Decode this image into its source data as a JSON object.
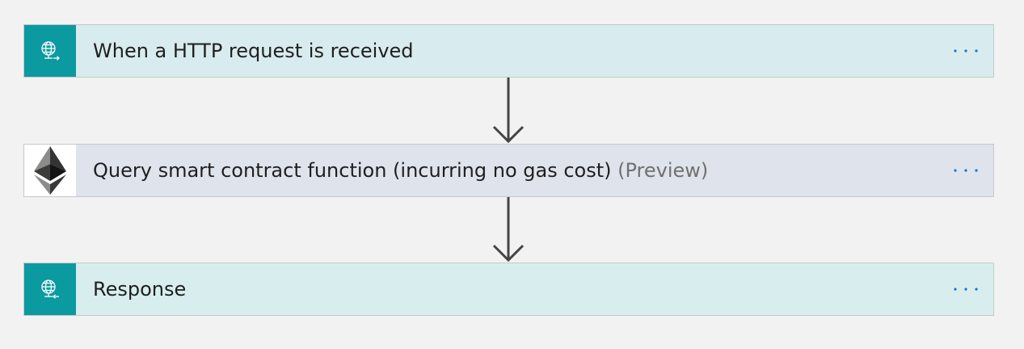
{
  "steps": [
    {
      "title": "When a HTTP request is received",
      "suffix": "",
      "icon": "http-request-globe-icon",
      "header_bg": "#d8ebee",
      "icon_bg": "#0b9aa0"
    },
    {
      "title": "Query smart contract function (incurring no gas cost)",
      "suffix": "(Preview)",
      "icon": "ethereum-icon",
      "header_bg": "#dfe3ec",
      "icon_bg": "#ffffff"
    },
    {
      "title": "Response",
      "suffix": "",
      "icon": "http-response-globe-icon",
      "header_bg": "#d8eeee",
      "icon_bg": "#0b9aa0"
    }
  ],
  "more_icon": "ellipsis-icon",
  "colors": {
    "canvas": "#f2f2f2",
    "connector": "#444444",
    "more_dots": "#1a73c8",
    "title_text": "#1f1f1f",
    "preview_text": "#707070"
  }
}
